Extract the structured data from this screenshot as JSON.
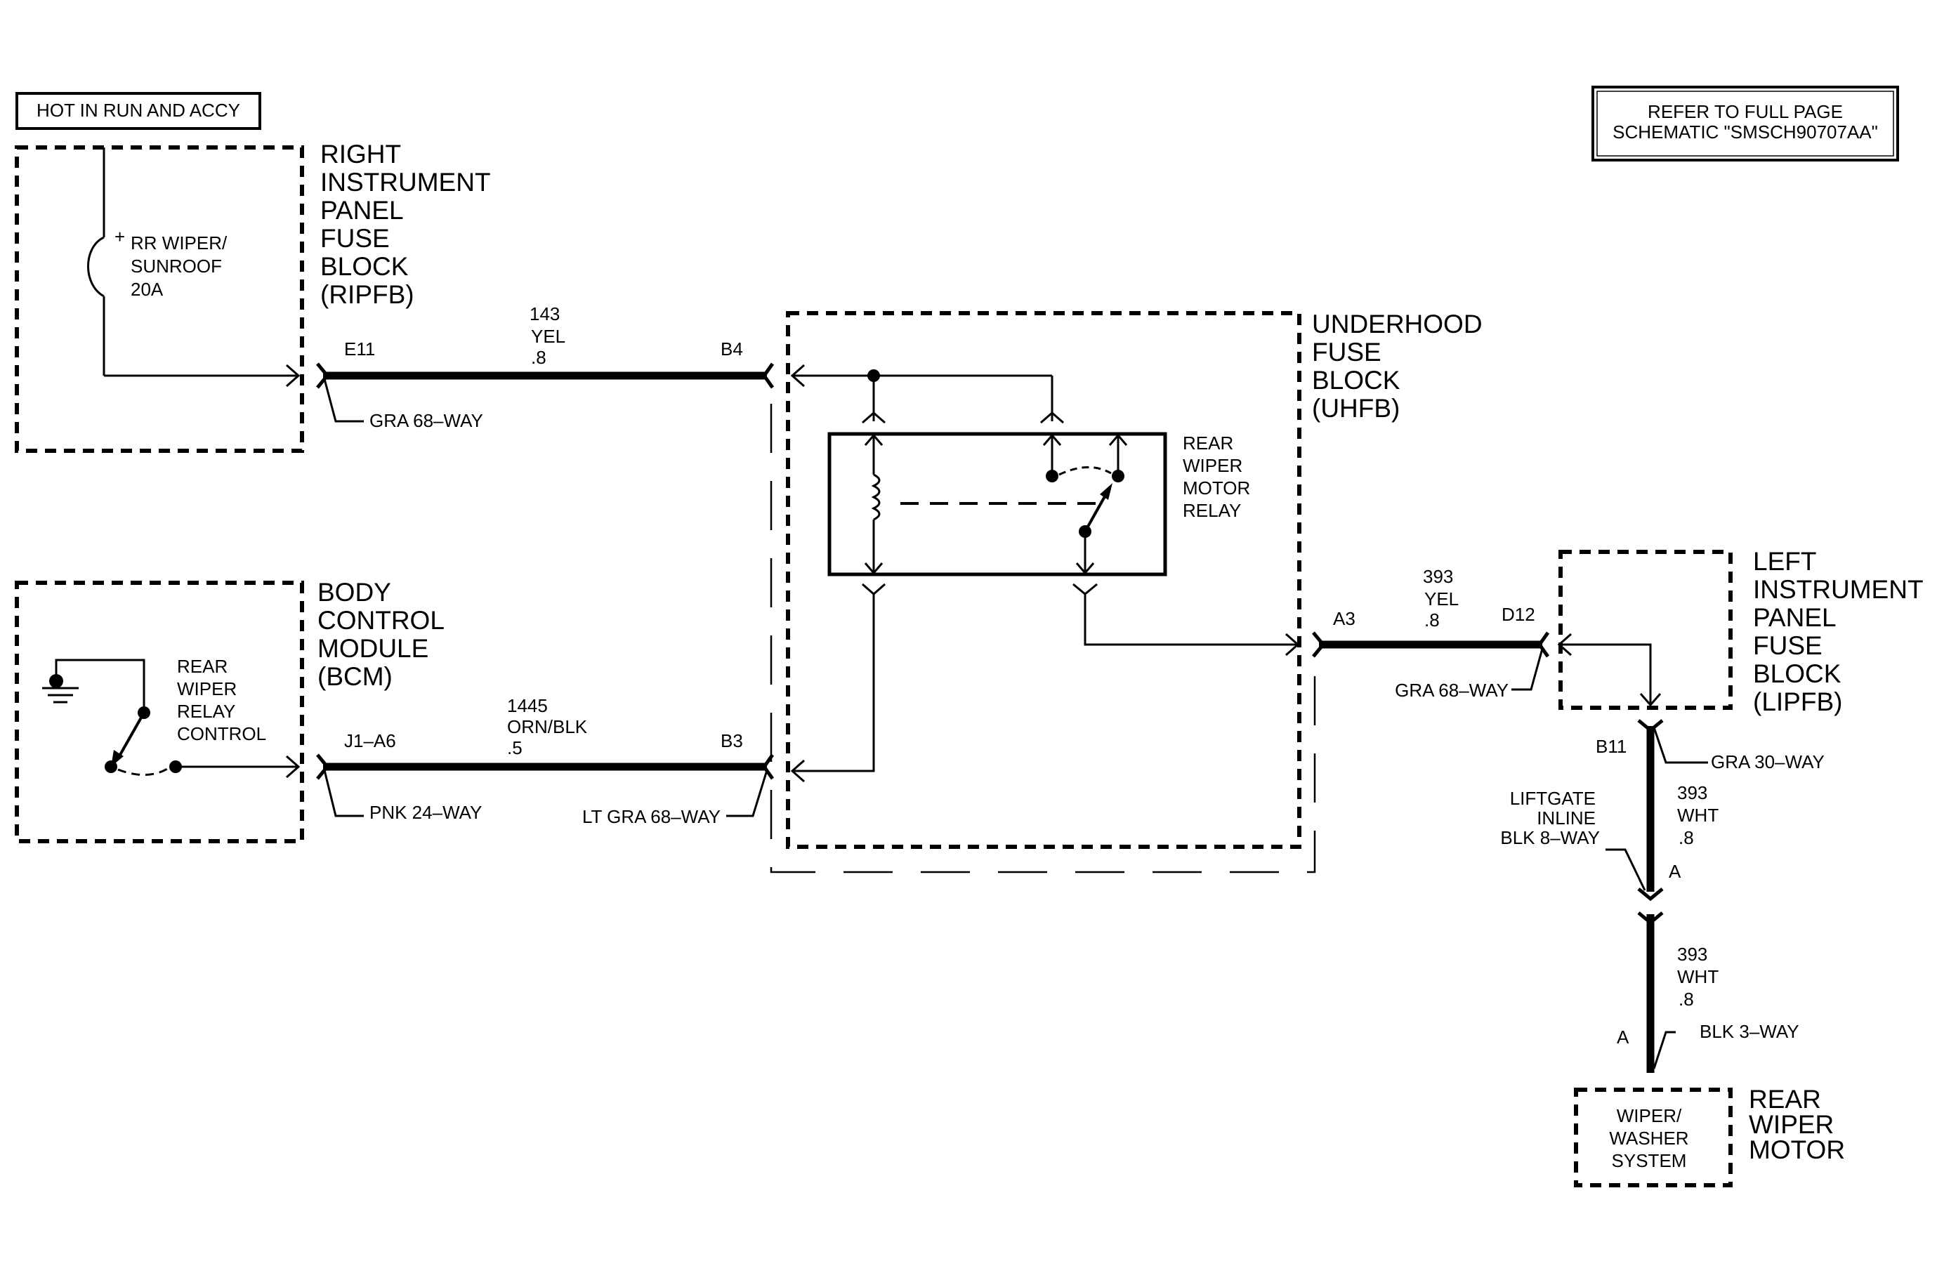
{
  "header": {
    "power_label": "HOT IN RUN AND ACCY",
    "refer_line1": "REFER TO FULL PAGE",
    "refer_line2": "SCHEMATIC \"SMSCH90707AA\""
  },
  "components": {
    "ripfb": {
      "line1": "RIGHT",
      "line2": "INSTRUMENT",
      "line3": "PANEL",
      "line4": "FUSE",
      "line5": "BLOCK",
      "line6": "(RIPFB)"
    },
    "fuse": {
      "plus": "+",
      "line1": "RR WIPER/",
      "line2": "SUNROOF",
      "line3": "20A"
    },
    "bcm": {
      "line1": "BODY",
      "line2": "CONTROL",
      "line3": "MODULE",
      "line4": "(BCM)"
    },
    "relay_control": {
      "line1": "REAR",
      "line2": "WIPER",
      "line3": "RELAY",
      "line4": "CONTROL"
    },
    "uhfb": {
      "line1": "UNDERHOOD",
      "line2": "FUSE",
      "line3": "BLOCK",
      "line4": "(UHFB)"
    },
    "relay": {
      "line1": "REAR",
      "line2": "WIPER",
      "line3": "MOTOR",
      "line4": "RELAY"
    },
    "lipfb": {
      "line1": "LEFT",
      "line2": "INSTRUMENT",
      "line3": "PANEL",
      "line4": "FUSE",
      "line5": "BLOCK",
      "line6": "(LIPFB)"
    },
    "motor": {
      "line1": "REAR",
      "line2": "WIPER",
      "line3": "MOTOR"
    },
    "system": {
      "line1": "WIPER/",
      "line2": "WASHER",
      "line3": "SYSTEM"
    }
  },
  "circuits": {
    "c143": {
      "number": "143",
      "color": "YEL",
      "gauge": ".8"
    },
    "c1445": {
      "number": "1445",
      "color": "ORN/BLK",
      "gauge": ".5"
    },
    "c393a": {
      "number": "393",
      "color": "YEL",
      "gauge": ".8"
    },
    "c393b": {
      "number": "393",
      "color": "WHT",
      "gauge": ".8"
    },
    "c393c": {
      "number": "393",
      "color": "WHT",
      "gauge": ".8"
    }
  },
  "pins": {
    "e11": "E11",
    "b4": "B4",
    "j1a6": "J1–A6",
    "b3": "B3",
    "a3": "A3",
    "d12": "D12",
    "b11": "B11",
    "inline_a": "A",
    "motor_a": "A"
  },
  "connectors": {
    "ripfb_conn": "GRA 68–WAY",
    "bcm_conn": "PNK 24–WAY",
    "uhfb_b3_conn": "LT GRA 68–WAY",
    "uhfb_a3_conn": "GRA 68–WAY",
    "lipfb_conn": "GRA 30–WAY",
    "inline_line1": "LIFTGATE",
    "inline_line2": "INLINE",
    "inline_line3": "BLK 8–WAY",
    "motor_conn": "BLK 3–WAY"
  }
}
